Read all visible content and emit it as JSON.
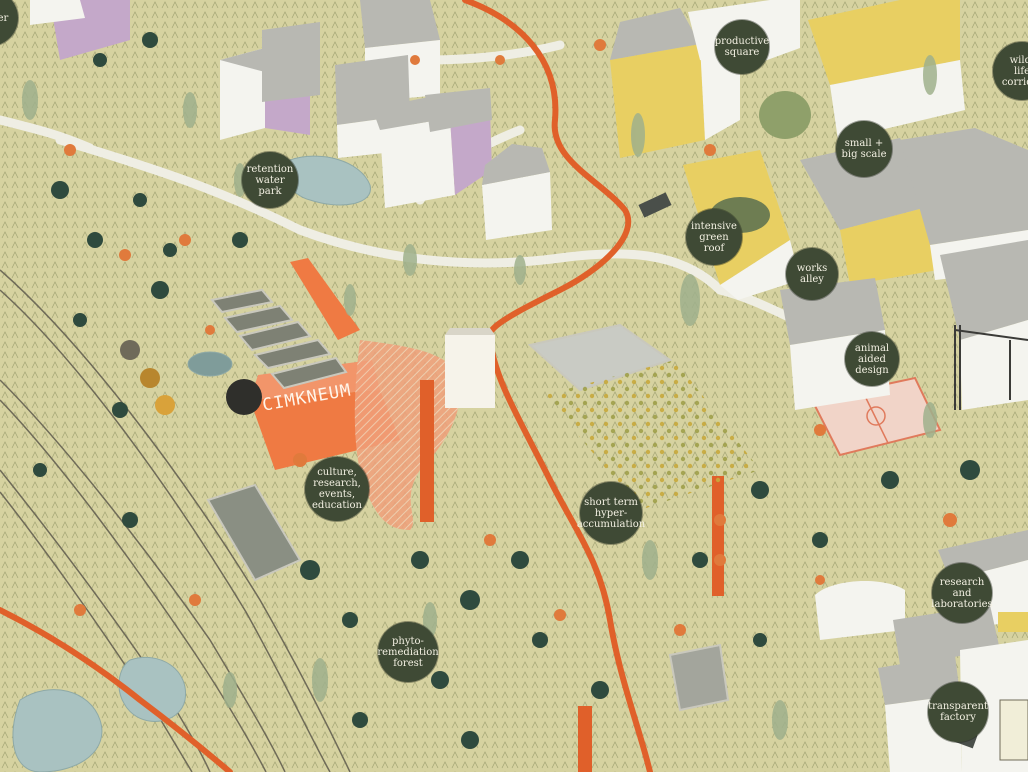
{
  "map": {
    "sign_text": "CIMKNEUM",
    "labels": [
      {
        "id": "center",
        "text": "...enter"
      },
      {
        "id": "productive-square",
        "text": "productive\nsquare"
      },
      {
        "id": "wildlife-corridor",
        "text": "wild-\nlife\ncorrid..."
      },
      {
        "id": "retention-water-park",
        "text": "retention\nwater\npark"
      },
      {
        "id": "small-big-scale",
        "text": "small +\nbig scale"
      },
      {
        "id": "intensive-green-roof",
        "text": "intensive\ngreen\nroof"
      },
      {
        "id": "works-alley",
        "text": "works\nalley"
      },
      {
        "id": "animal-aided-design",
        "text": "animal\naided\ndesign"
      },
      {
        "id": "culture-research",
        "text": "culture,\nresearch,\nevents,\neducation"
      },
      {
        "id": "hyper-accumulation",
        "text": "short term\nhyper-\naccumulation"
      },
      {
        "id": "research-laboratories",
        "text": "research\nand\nlaboratories"
      },
      {
        "id": "phyto-remediation-forest",
        "text": "phyto-\nremediation\nforest"
      },
      {
        "id": "transparent-factory",
        "text": "transparent\nfactory"
      }
    ],
    "colors": {
      "ground": "#dcd8a8",
      "path": "#e0602a",
      "building_roof": "#b8b8b2",
      "building_wall": "#f4f4ef",
      "yellow_facade": "#e8cf62",
      "purple_facade": "#c4a8c9",
      "label_bg": "#3f4a35",
      "tree_dark": "#2f4a3e",
      "tree_orange": "#e07a3c"
    }
  }
}
